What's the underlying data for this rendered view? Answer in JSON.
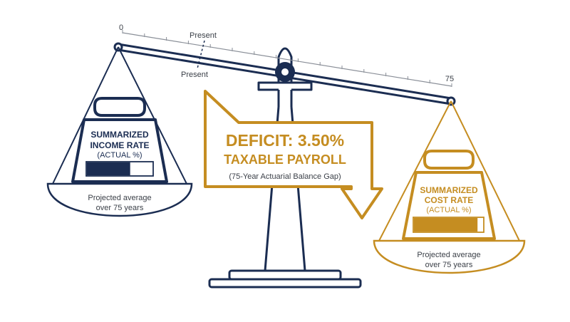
{
  "colors": {
    "navy": "#1b2d52",
    "gold": "#c58d21",
    "tick_grey": "#8a8f98",
    "text_grey": "#3a3f47"
  },
  "timeline": {
    "start_label": "0",
    "end_label": "75",
    "present_label_top": "Present",
    "present_label_bottom": "Present"
  },
  "left_pan": {
    "title_line1": "SUMMARIZED",
    "title_line2": "INCOME RATE",
    "subtitle": "(ACTUAL %)",
    "bar_fill_fraction": 0.66,
    "caption_line1": "Projected average",
    "caption_line2": "over 75 years"
  },
  "right_pan": {
    "title_line1": "SUMMARIZED",
    "title_line2": "COST RATE",
    "subtitle": "(ACTUAL %)",
    "bar_fill_fraction": 0.92,
    "caption_line1": "Projected average",
    "caption_line2": "over 75 years"
  },
  "deficit": {
    "line1": "DEFICIT: 3.50%",
    "line2": "TAXABLE PAYROLL",
    "line3": "(75-Year Actuarial Balance Gap)"
  },
  "icons": {
    "balance_scale": "balance-scale-icon",
    "weight_left": "weight-icon",
    "weight_right": "weight-icon",
    "pivot": "pivot-icon",
    "deficit_arrow": "arrow-icon"
  }
}
